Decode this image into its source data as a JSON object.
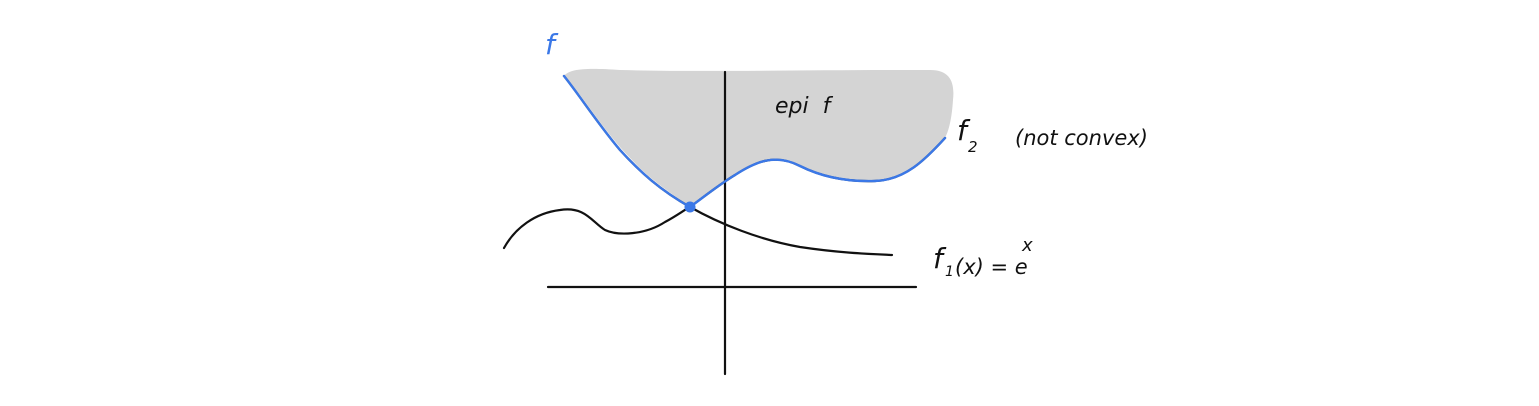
{
  "colors": {
    "background": "#ffffff",
    "epigraph_fill": "#d4d4d4",
    "highlight_blue": "#3b78e7",
    "ink": "#111111"
  },
  "labels": {
    "f": "f",
    "epi": "epi  f",
    "f2": "f",
    "f2_subscript": "2",
    "not_convex": "(not convex)",
    "f1_base": "f",
    "f1_subscript": "1",
    "f1_rest": "(x) = e",
    "f1_superscript": "x"
  }
}
